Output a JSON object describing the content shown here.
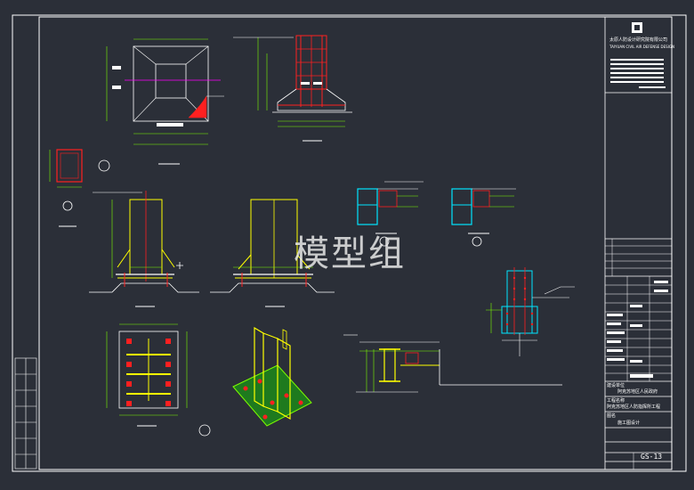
{
  "watermark": "模型组",
  "title_block": {
    "company": "太原人防设计研究院有限公司",
    "company_en": "TAIYUAN CIVIL AIR DEFENSE DESIGN",
    "client_label": "建设单位",
    "client": "阿克苏地区人民政府",
    "project_label": "工程名称",
    "project": "阿克苏地区人防指挥所工程",
    "drawing_label": "图名",
    "drawing": "施工图设计",
    "sheet_number": "GS-13"
  },
  "colors": {
    "background": "#2b2f38",
    "frame": "#ffffff",
    "dimension": "#7cfc00",
    "rebar": "#ff2020",
    "steel": "#ffff00",
    "detail": "#00e5ff",
    "magenta": "#ff00ff"
  }
}
